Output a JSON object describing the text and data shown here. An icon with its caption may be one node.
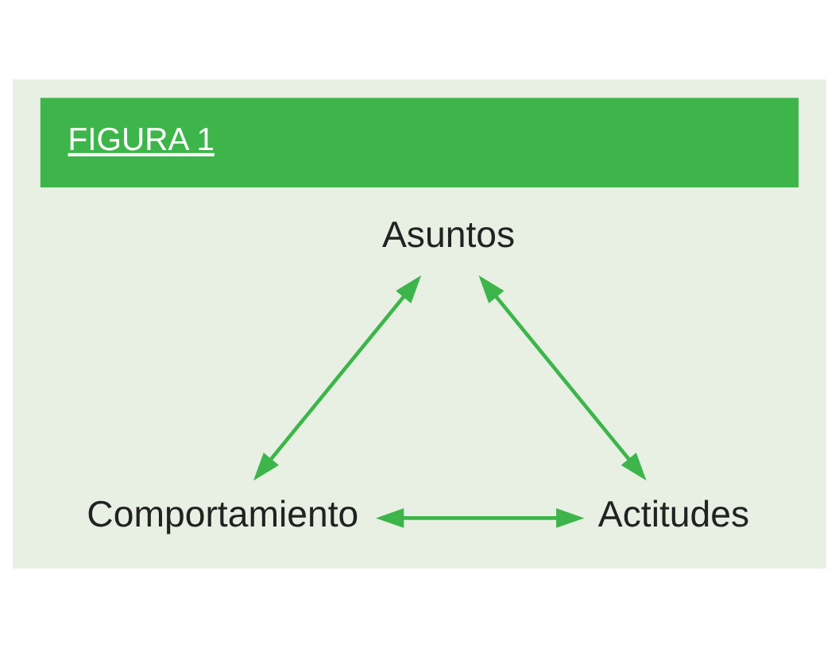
{
  "diagram": {
    "title": "FIGURA 1",
    "nodes": [
      {
        "text": [
          "Asuntos"
        ]
      },
      {
        "text": [
          "Comportamiento"
        ]
      },
      {
        "text": [
          "Actitudes"
        ]
      }
    ],
    "edges": [
      {
        "from": 0,
        "to": 1,
        "arrow": "both"
      },
      {
        "from": 0,
        "to": 2,
        "arrow": "both"
      },
      {
        "from": 1,
        "to": 2,
        "arrow": "both"
      }
    ]
  }
}
